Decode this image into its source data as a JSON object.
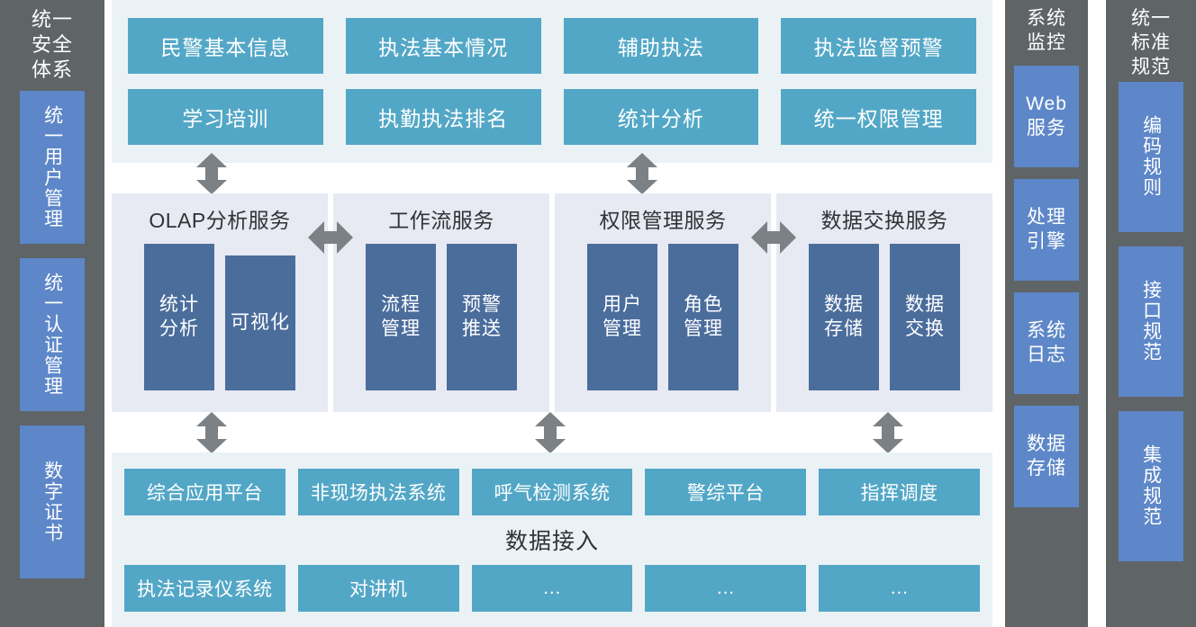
{
  "left_column": {
    "title": "统一\n安全\n体系",
    "items": [
      {
        "label": "统一用户管理"
      },
      {
        "label": "统一认证管理"
      },
      {
        "label": "数字证书"
      }
    ]
  },
  "monitor_column": {
    "title": "系统\n监控",
    "items": [
      {
        "label": "Web\n服务"
      },
      {
        "label": "处理\n引擎"
      },
      {
        "label": "系统\n日志"
      },
      {
        "label": "数据\n存储"
      }
    ]
  },
  "standard_column": {
    "title": "统一\n标准\n规范",
    "items": [
      {
        "label": "编码规则"
      },
      {
        "label": "接口规范"
      },
      {
        "label": "集成规范"
      }
    ]
  },
  "application_layer": {
    "tiles": [
      "民警基本信息",
      "执法基本情况",
      "辅助执法",
      "执法监督预警",
      "学习培训",
      "执勤执法排名",
      "统计分析",
      "统一权限管理"
    ]
  },
  "service_layer": {
    "panels": [
      {
        "title": "OLAP分析服务",
        "boxes": [
          "统计\n分析",
          "可视化"
        ]
      },
      {
        "title": "工作流服务",
        "boxes": [
          "流程\n管理",
          "预警\n推送"
        ]
      },
      {
        "title": "权限管理服务",
        "boxes": [
          "用户\n管理",
          "角色\n管理"
        ]
      },
      {
        "title": "数据交换服务",
        "boxes": [
          "数据\n存储",
          "数据\n交换"
        ]
      }
    ]
  },
  "data_layer": {
    "label": "数据接入",
    "row_top": [
      "综合应用平台",
      "非现场执法系统",
      "呼气检测系统",
      "警综平台",
      "指挥调度"
    ],
    "row_bottom": [
      "执法记录仪系统",
      "对讲机",
      "…",
      "…",
      "…"
    ]
  },
  "colors": {
    "teal_tile": "#53a7c6",
    "dark_blue_box": "#4b6d9c",
    "side_blue_box": "#5d87c8",
    "side_gray_bg": "#5f6467",
    "app_layer_bg": "#eaf2f5",
    "service_panel_bg": "#e7eaf2",
    "arrow_gray": "#7c8185"
  }
}
